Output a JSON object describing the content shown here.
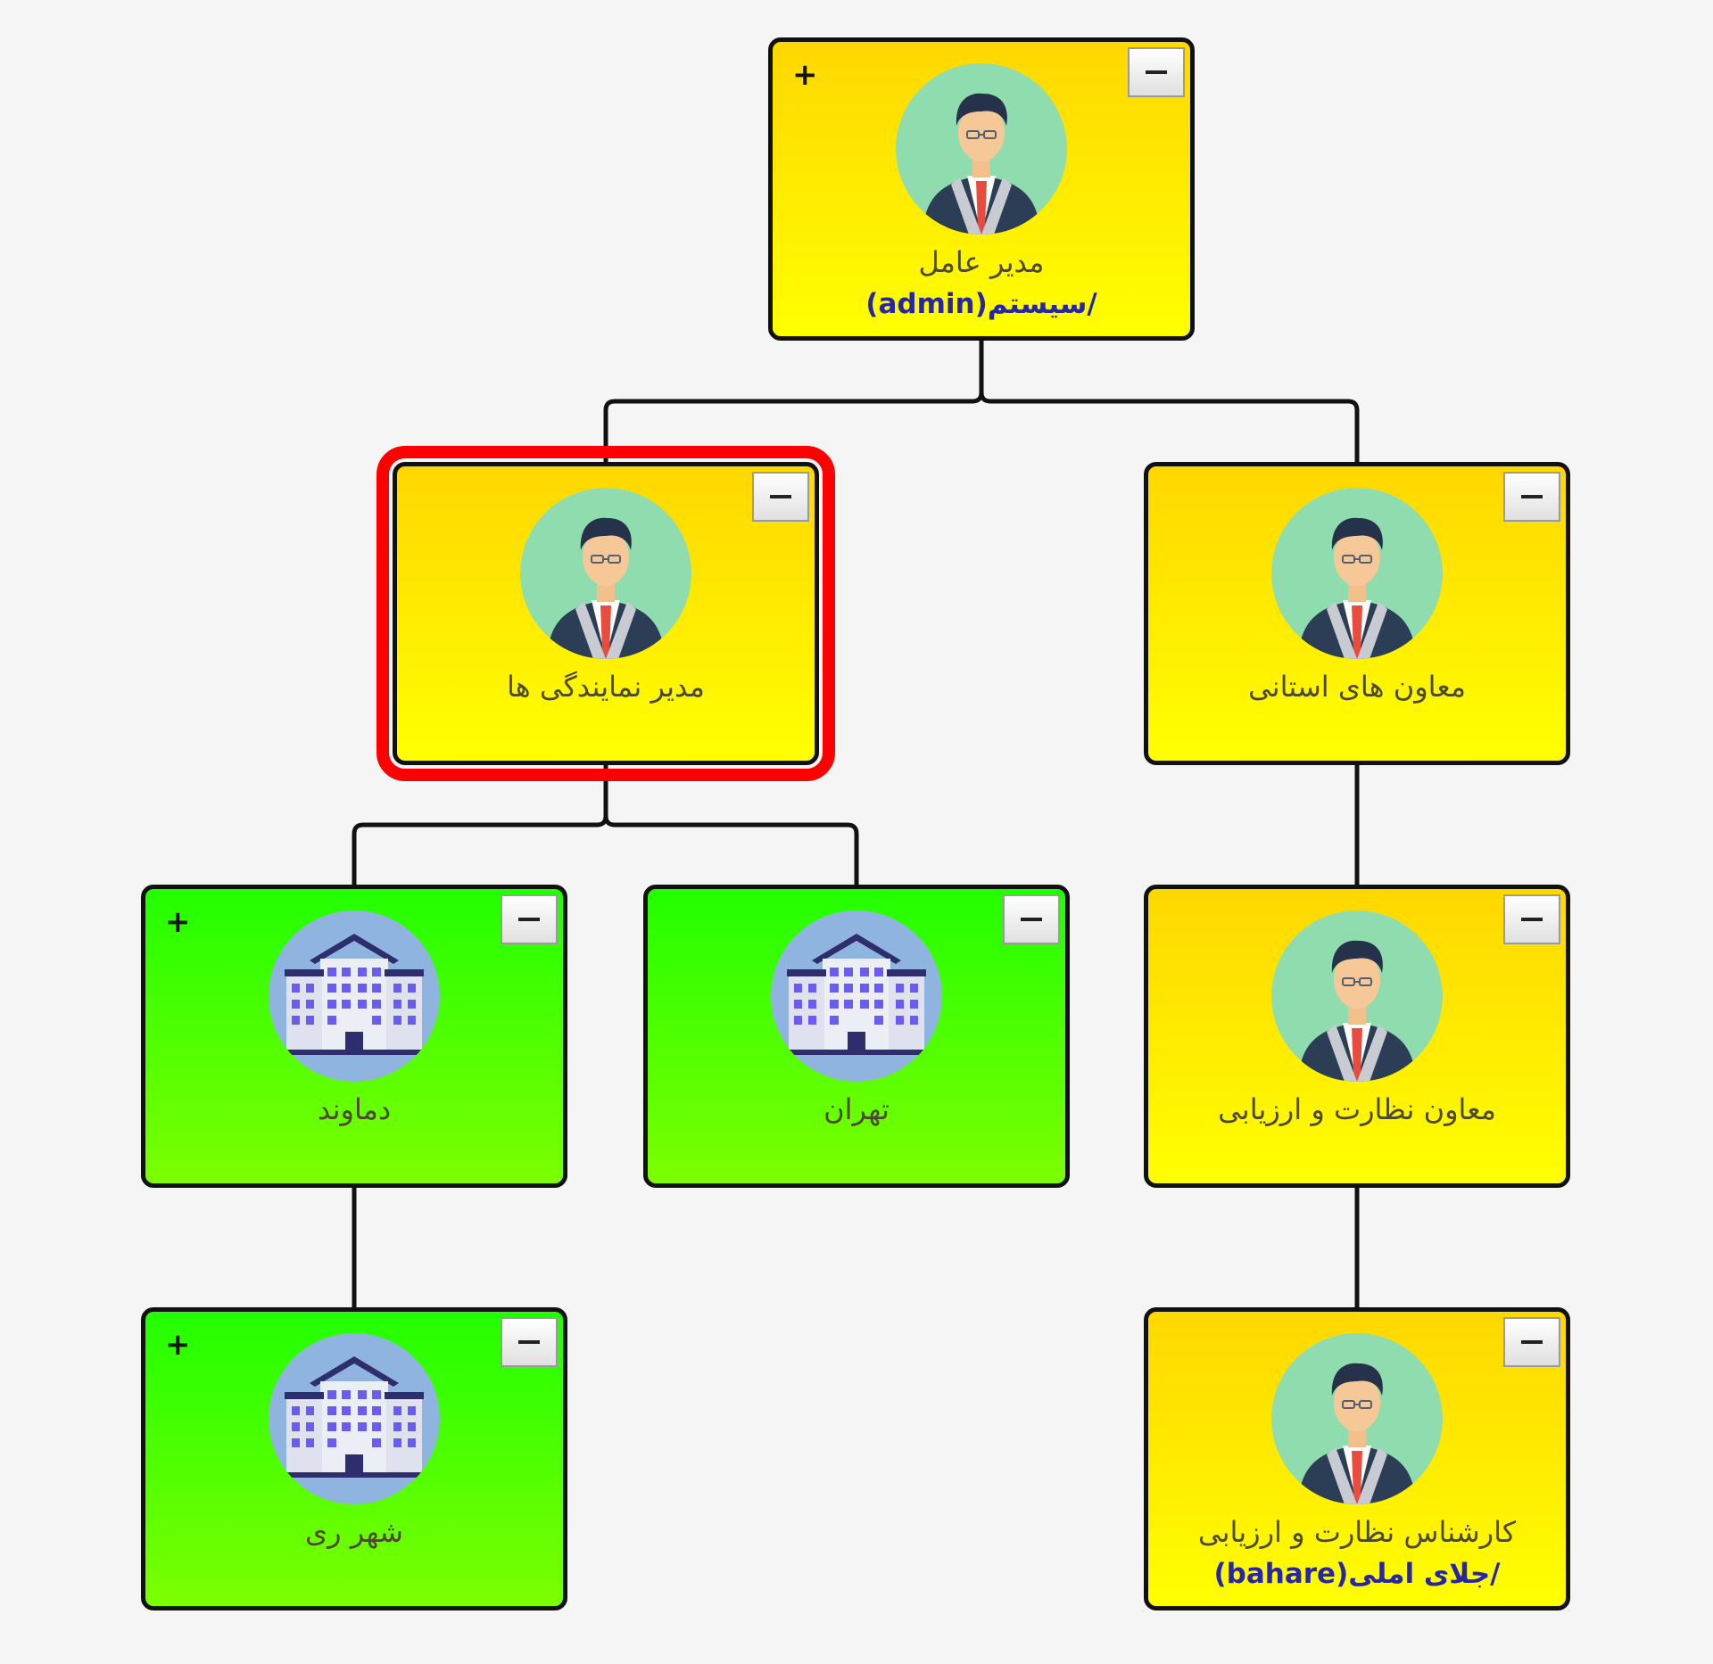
{
  "colors": {
    "person_top": "#ffd700",
    "person_bottom": "#ffff00",
    "branch_top": "#22ff00",
    "branch_bottom": "#7cff00",
    "selected_border": "#ff0000",
    "subtitle_text": "#2626a6"
  },
  "nodes": [
    {
      "id": "ceo",
      "title": "مدیر عامل",
      "subtitle": "/سیستم(admin)",
      "type": "person",
      "icon": "businessman-icon",
      "has_expand": true,
      "selected": false
    },
    {
      "id": "agency-manager",
      "title": "مدیر نمایندگی ها",
      "subtitle": "",
      "type": "person",
      "icon": "businessman-icon",
      "has_expand": false,
      "selected": true
    },
    {
      "id": "provincial-deputies",
      "title": "معاون های استانی",
      "subtitle": "",
      "type": "person",
      "icon": "businessman-icon",
      "has_expand": false,
      "selected": false
    },
    {
      "id": "damavand",
      "title": "دماوند",
      "subtitle": "",
      "type": "branch",
      "icon": "building-icon",
      "has_expand": true,
      "selected": false
    },
    {
      "id": "tehran",
      "title": "تهران",
      "subtitle": "",
      "type": "branch",
      "icon": "building-icon",
      "has_expand": false,
      "selected": false
    },
    {
      "id": "supervision-deputy",
      "title": "معاون نظارت و ارزیابی",
      "subtitle": "",
      "type": "person",
      "icon": "businessman-icon",
      "has_expand": false,
      "selected": false
    },
    {
      "id": "shahr-e-rey",
      "title": "شهر ری",
      "subtitle": "",
      "type": "branch",
      "icon": "building-icon",
      "has_expand": true,
      "selected": false
    },
    {
      "id": "supervision-expert",
      "title": "کارشناس نظارت و ارزیابی",
      "subtitle": "/جلای املی(bahare)",
      "type": "person",
      "icon": "businessman-icon",
      "has_expand": false,
      "selected": false
    }
  ],
  "edges": [
    [
      "ceo",
      "agency-manager"
    ],
    [
      "ceo",
      "provincial-deputies"
    ],
    [
      "agency-manager",
      "damavand"
    ],
    [
      "agency-manager",
      "tehran"
    ],
    [
      "provincial-deputies",
      "supervision-deputy"
    ],
    [
      "damavand",
      "shahr-e-rey"
    ],
    [
      "supervision-deputy",
      "supervision-expert"
    ]
  ]
}
